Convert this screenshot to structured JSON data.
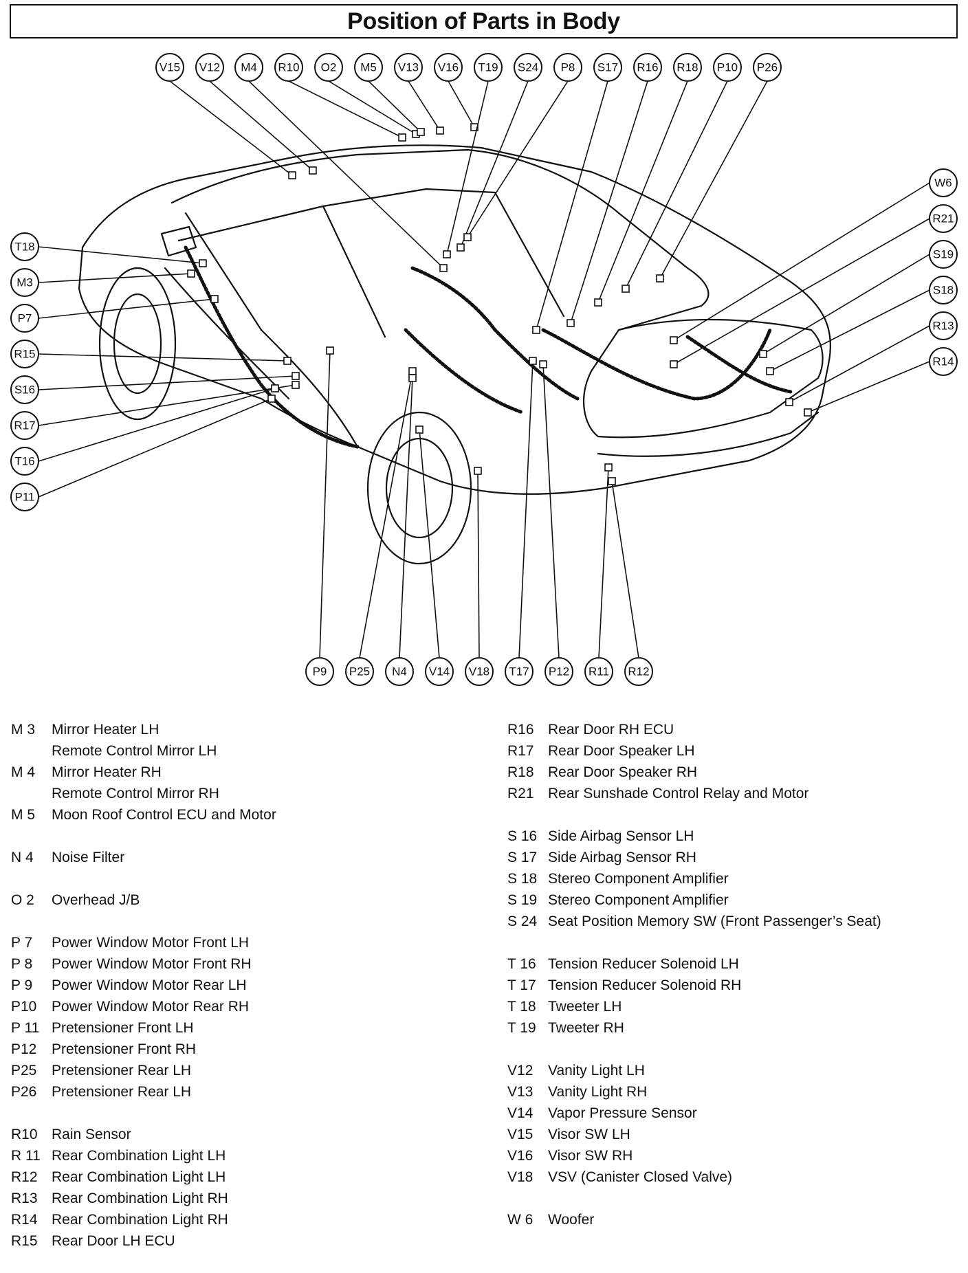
{
  "title": "Position of Parts in Body",
  "callouts": {
    "top": [
      "V15",
      "V12",
      "M4",
      "R10",
      "O2",
      "M5",
      "V13",
      "V16",
      "T19",
      "S24",
      "P8",
      "S17",
      "R16",
      "R18",
      "P10",
      "P26"
    ],
    "left": [
      "T18",
      "M3",
      "P7",
      "R15",
      "S16",
      "R17",
      "T16",
      "P11"
    ],
    "right": [
      "W6",
      "R21",
      "S19",
      "S18",
      "R13",
      "R14"
    ],
    "bottom": [
      "P9",
      "P25",
      "N4",
      "V14",
      "V18",
      "T17",
      "P12",
      "R11",
      "R12"
    ]
  },
  "legend_left": [
    [
      {
        "code": "M 3",
        "desc": "Mirror Heater LH"
      },
      {
        "code": "",
        "desc": "Remote Control Mirror LH"
      },
      {
        "code": "M 4",
        "desc": "Mirror Heater RH"
      },
      {
        "code": "",
        "desc": "Remote Control Mirror RH"
      },
      {
        "code": "M 5",
        "desc": "Moon Roof Control ECU and Motor"
      }
    ],
    [
      {
        "code": "N 4",
        "desc": "Noise Filter"
      }
    ],
    [
      {
        "code": "O 2",
        "desc": "Overhead J/B"
      }
    ],
    [
      {
        "code": "P 7",
        "desc": "Power Window Motor Front LH"
      },
      {
        "code": "P 8",
        "desc": "Power Window Motor Front RH"
      },
      {
        "code": "P 9",
        "desc": "Power Window Motor Rear LH"
      },
      {
        "code": "P10",
        "desc": "Power Window Motor Rear RH"
      },
      {
        "code": "P 11",
        "desc": "Pretensioner Front LH"
      },
      {
        "code": "P12",
        "desc": "Pretensioner Front RH"
      },
      {
        "code": "P25",
        "desc": "Pretensioner Rear LH"
      },
      {
        "code": "P26",
        "desc": "Pretensioner Rear LH"
      }
    ],
    [
      {
        "code": "R10",
        "desc": "Rain Sensor"
      },
      {
        "code": "R 11",
        "desc": "Rear Combination Light LH"
      },
      {
        "code": "R12",
        "desc": "Rear Combination Light LH"
      },
      {
        "code": "R13",
        "desc": "Rear Combination Light RH"
      },
      {
        "code": "R14",
        "desc": "Rear Combination Light RH"
      },
      {
        "code": "R15",
        "desc": "Rear Door LH ECU"
      }
    ]
  ],
  "legend_right": [
    [
      {
        "code": "R16",
        "desc": "Rear Door RH ECU"
      },
      {
        "code": "R17",
        "desc": "Rear Door Speaker LH"
      },
      {
        "code": "R18",
        "desc": "Rear Door Speaker RH"
      },
      {
        "code": "R21",
        "desc": "Rear Sunshade Control Relay and Motor"
      }
    ],
    [
      {
        "code": "S 16",
        "desc": "Side Airbag Sensor LH"
      },
      {
        "code": "S 17",
        "desc": "Side Airbag Sensor RH"
      },
      {
        "code": "S 18",
        "desc": "Stereo Component Amplifier"
      },
      {
        "code": "S 19",
        "desc": "Stereo Component Amplifier"
      },
      {
        "code": "S 24",
        "desc": "Seat Position Memory SW (Front Passenger’s Seat)"
      }
    ],
    [
      {
        "code": "T 16",
        "desc": "Tension Reducer Solenoid LH"
      },
      {
        "code": "T 17",
        "desc": "Tension Reducer Solenoid RH"
      },
      {
        "code": "T 18",
        "desc": "Tweeter LH"
      },
      {
        "code": "T 19",
        "desc": "Tweeter RH"
      }
    ],
    [
      {
        "code": "V12",
        "desc": "Vanity Light LH"
      },
      {
        "code": "V13",
        "desc": "Vanity Light RH"
      },
      {
        "code": "V14",
        "desc": "Vapor Pressure Sensor"
      },
      {
        "code": "V15",
        "desc": "Visor SW LH"
      },
      {
        "code": "V16",
        "desc": "Visor SW RH"
      },
      {
        "code": "V18",
        "desc": "VSV (Canister Closed Valve)"
      }
    ],
    [
      {
        "code": "W 6",
        "desc": "Woofer"
      }
    ]
  ]
}
